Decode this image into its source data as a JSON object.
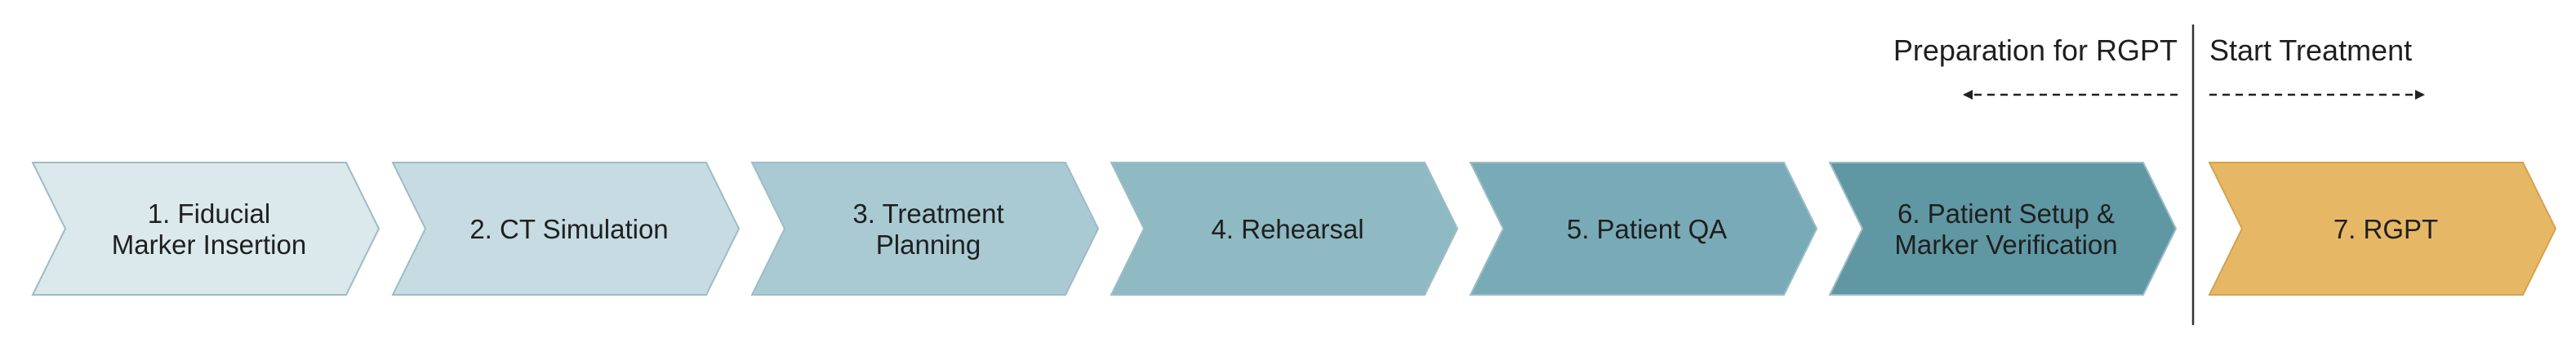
{
  "phases": {
    "preparation": "Preparation for RGPT",
    "treatment": "Start Treatment"
  },
  "steps": [
    {
      "lines": [
        "1. Fiducial",
        "Marker Insertion"
      ],
      "color": "#dbe8ec"
    },
    {
      "lines": [
        "2. CT Simulation"
      ],
      "color": "#c6dce2"
    },
    {
      "lines": [
        "3. Treatment",
        "Planning"
      ],
      "color": "#a9cad2"
    },
    {
      "lines": [
        "4. Rehearsal"
      ],
      "color": "#8fb9c3"
    },
    {
      "lines": [
        "5. Patient QA"
      ],
      "color": "#78abb7"
    },
    {
      "lines": [
        "6. Patient Setup &",
        "Marker Verification"
      ],
      "color": "#5f97a3"
    },
    {
      "lines": [
        "7. RGPT"
      ],
      "color": "#e6b866"
    }
  ],
  "colors": {
    "outline": "#9dbcc6",
    "treatment_outline": "#d5a24f",
    "divider": "#333333",
    "arrow": "#222222"
  }
}
